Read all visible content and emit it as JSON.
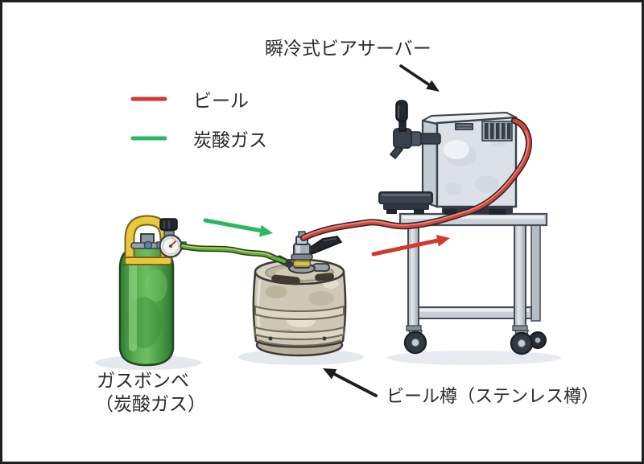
{
  "labels": {
    "server_title": "瞬冷式ビアサーバー",
    "keg": "ビール樽（ステンレス樽）",
    "cylinder_line1": "ガスボンベ",
    "cylinder_line2": "（炭酸ガス）"
  },
  "legend": {
    "items": [
      {
        "label": "ビール",
        "color": "#d0392e"
      },
      {
        "label": "炭酸ガス",
        "color": "#2cb862"
      }
    ]
  },
  "colors": {
    "beer_hose": "#d8453a",
    "gas_hose": "#61aa3c",
    "beer_arrow": "#d0392e",
    "gas_arrow": "#2cb862",
    "annotation": "#1d1d1d"
  }
}
